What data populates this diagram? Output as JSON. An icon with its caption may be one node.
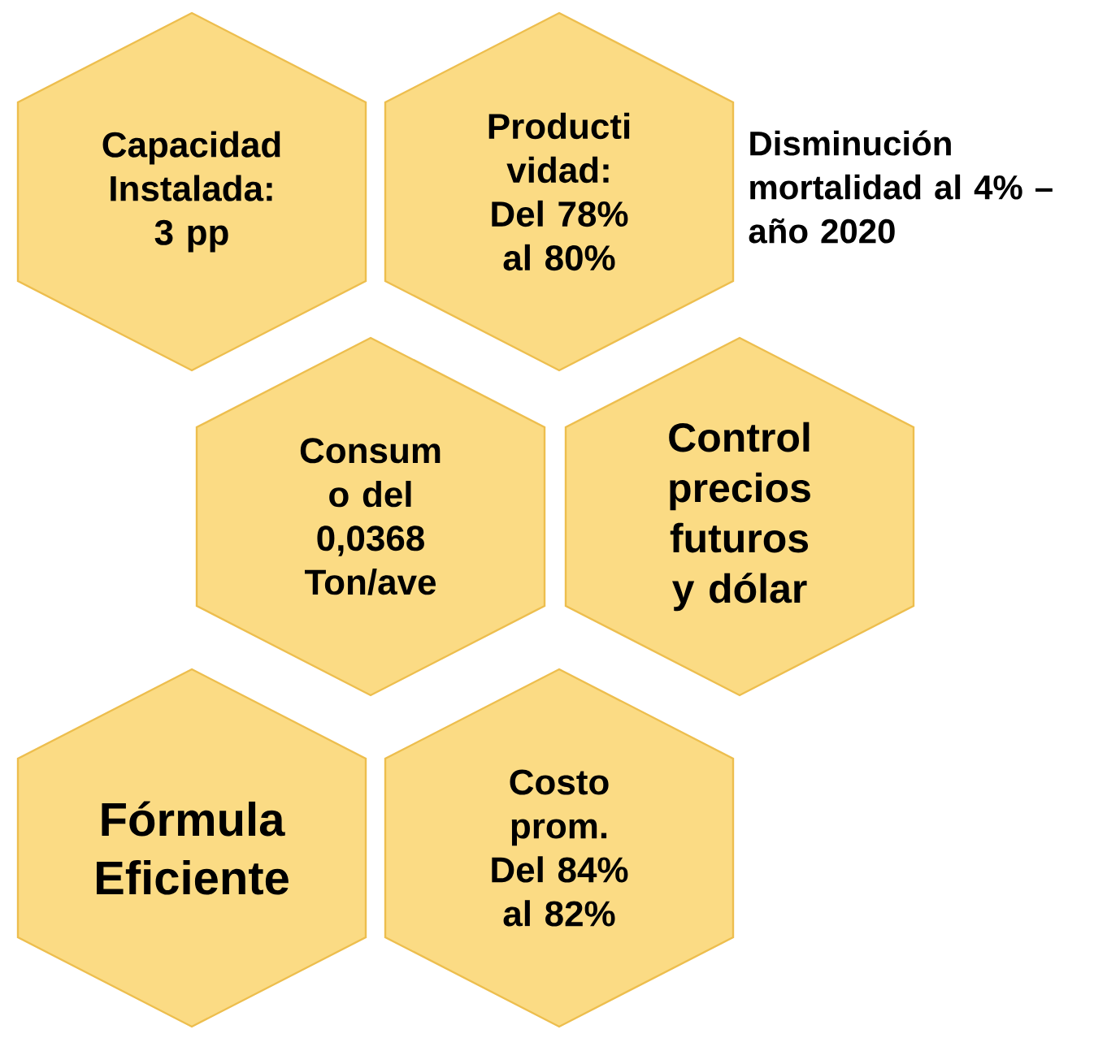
{
  "diagram": {
    "nodes": [
      {
        "text": [
          "Capacidad Instalada: 3 pp"
        ]
      },
      {
        "text": [
          "Producti vidad: Del 78% al 80%"
        ]
      },
      {
        "text": [
          "Consum o del 0,0368 Ton/ave"
        ]
      },
      {
        "text": [
          "Control precios futuros y dólar"
        ]
      },
      {
        "text": [
          "Fórmula Eficiente"
        ]
      },
      {
        "text": [
          "Costo prom. Del 84% al 82%"
        ]
      }
    ],
    "labels": [
      "Disminución mortalidad al 4% – año 2020"
    ]
  }
}
